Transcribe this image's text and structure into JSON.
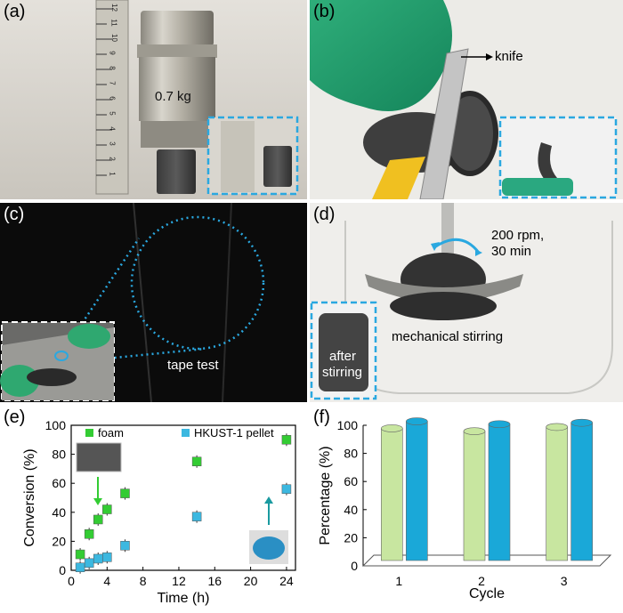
{
  "panels": {
    "a": {
      "label": "(a)",
      "weight_label": "0.7 kg"
    },
    "b": {
      "label": "(b)",
      "knife_label": "knife"
    },
    "c": {
      "label": "(c)",
      "tape_label": "tape test"
    },
    "d": {
      "label": "(d)",
      "speed_line1": "200 rpm,",
      "speed_line2": "30 min",
      "stirring_label": "mechanical stirring",
      "after_line1": "after",
      "after_line2": "stirring"
    },
    "e": {
      "label": "(e)"
    },
    "f": {
      "label": "(f)"
    }
  },
  "ruler_numbers": [
    "12",
    "11",
    "10",
    "9",
    "8",
    "7",
    "6",
    "5",
    "4",
    "3",
    "2",
    "1"
  ],
  "colors": {
    "accent_dashed": "#2aa8e0",
    "foam_green": "#33cc33",
    "pellet_blue": "#3cb8e0",
    "bar_green": "#c8e6a0",
    "bar_blue": "#1aa8d8"
  },
  "chart_data": [
    {
      "type": "scatter",
      "xlabel": "Time (h)",
      "ylabel": "Conversion (%)",
      "xlim": [
        0,
        25
      ],
      "ylim": [
        0,
        100
      ],
      "xticks": [
        "0",
        "4",
        "8",
        "12",
        "16",
        "20",
        "24"
      ],
      "yticks": [
        "0",
        "20",
        "40",
        "60",
        "80",
        "100"
      ],
      "legend_position": "top",
      "series": [
        {
          "name": "foam",
          "color": "#33cc33",
          "points": [
            {
              "x": 1,
              "y": 11
            },
            {
              "x": 2,
              "y": 25
            },
            {
              "x": 3,
              "y": 35
            },
            {
              "x": 4,
              "y": 42
            },
            {
              "x": 6,
              "y": 53
            },
            {
              "x": 14,
              "y": 75
            },
            {
              "x": 24,
              "y": 90
            }
          ]
        },
        {
          "name": "HKUST-1 pellet",
          "color": "#3cb8e0",
          "points": [
            {
              "x": 1,
              "y": 2
            },
            {
              "x": 2,
              "y": 5
            },
            {
              "x": 3,
              "y": 8
            },
            {
              "x": 4,
              "y": 9
            },
            {
              "x": 6,
              "y": 17
            },
            {
              "x": 14,
              "y": 37
            },
            {
              "x": 24,
              "y": 56
            }
          ]
        }
      ]
    },
    {
      "type": "bar",
      "xlabel": "Cycle",
      "ylabel": "Percentage (%)",
      "ylim": [
        0,
        100
      ],
      "yticks": [
        "0",
        "20",
        "40",
        "60",
        "80",
        "100"
      ],
      "categories": [
        "1",
        "2",
        "3"
      ],
      "series": [
        {
          "color": "#c8e6a0",
          "values": [
            94,
            92,
            95
          ]
        },
        {
          "color": "#1aa8d8",
          "values": [
            99,
            97,
            98
          ]
        }
      ]
    }
  ]
}
